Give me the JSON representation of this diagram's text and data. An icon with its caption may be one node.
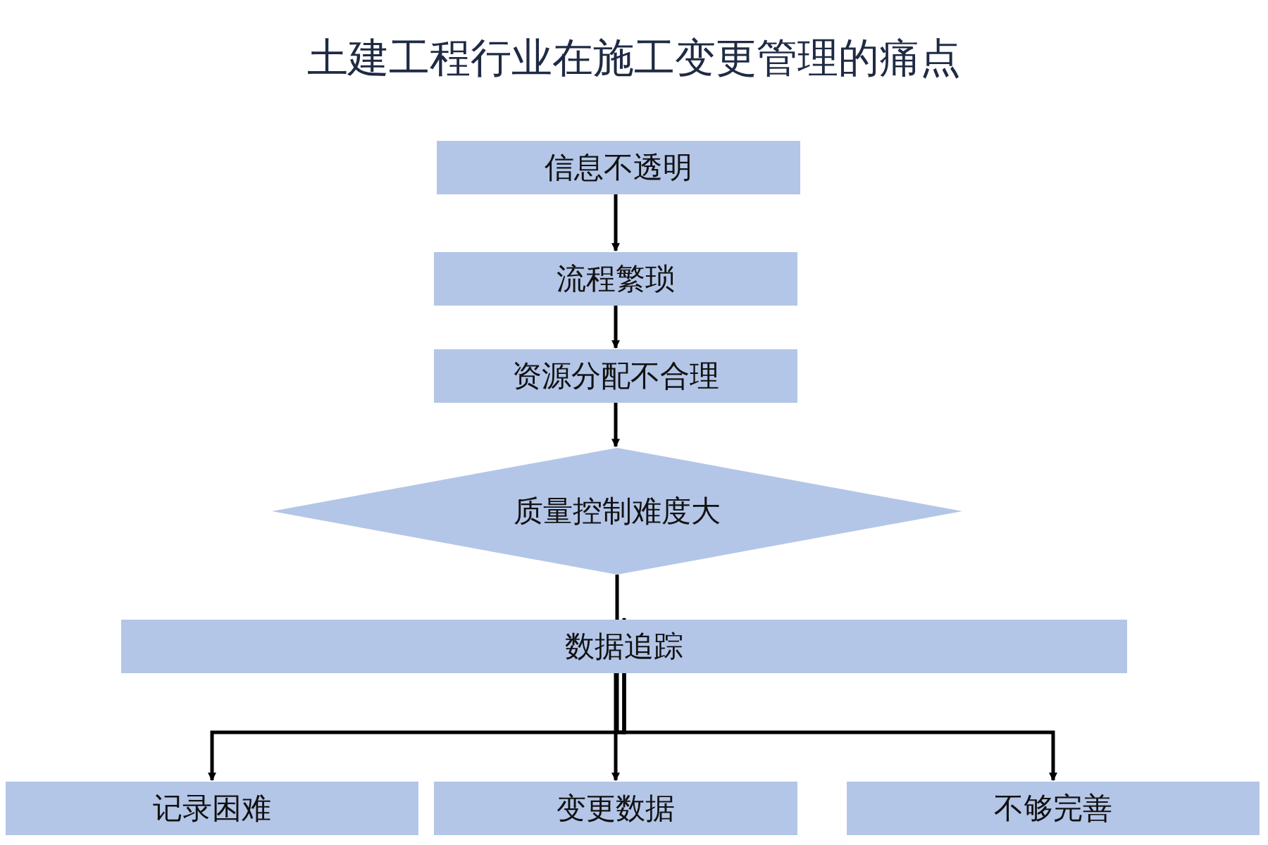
{
  "diagram": {
    "title": "土建工程行业在施工变更管理的痛点",
    "nodes": [
      {
        "text": [
          "信息不透明"
        ]
      },
      {
        "text": [
          "流程繁琐"
        ]
      },
      {
        "text": [
          "资源分配不合理"
        ]
      },
      {
        "text": [
          "质量控制难度大"
        ]
      },
      {
        "text": [
          "数据追踪"
        ]
      },
      {
        "text": [
          "记录困难"
        ]
      },
      {
        "text": [
          "变更数据"
        ]
      },
      {
        "text": [
          "不够完善"
        ]
      }
    ],
    "edges": [
      {
        "from": 0,
        "to": 1,
        "arrow": "to"
      },
      {
        "from": 1,
        "to": 2,
        "arrow": "to"
      },
      {
        "from": 2,
        "to": 3,
        "arrow": "to"
      },
      {
        "from": 3,
        "to": 4,
        "arrow": "to"
      },
      {
        "from": 4,
        "to": 5,
        "arrow": "to"
      },
      {
        "from": 4,
        "to": 6,
        "arrow": "to"
      },
      {
        "from": 4,
        "to": 7,
        "arrow": "to"
      }
    ]
  }
}
